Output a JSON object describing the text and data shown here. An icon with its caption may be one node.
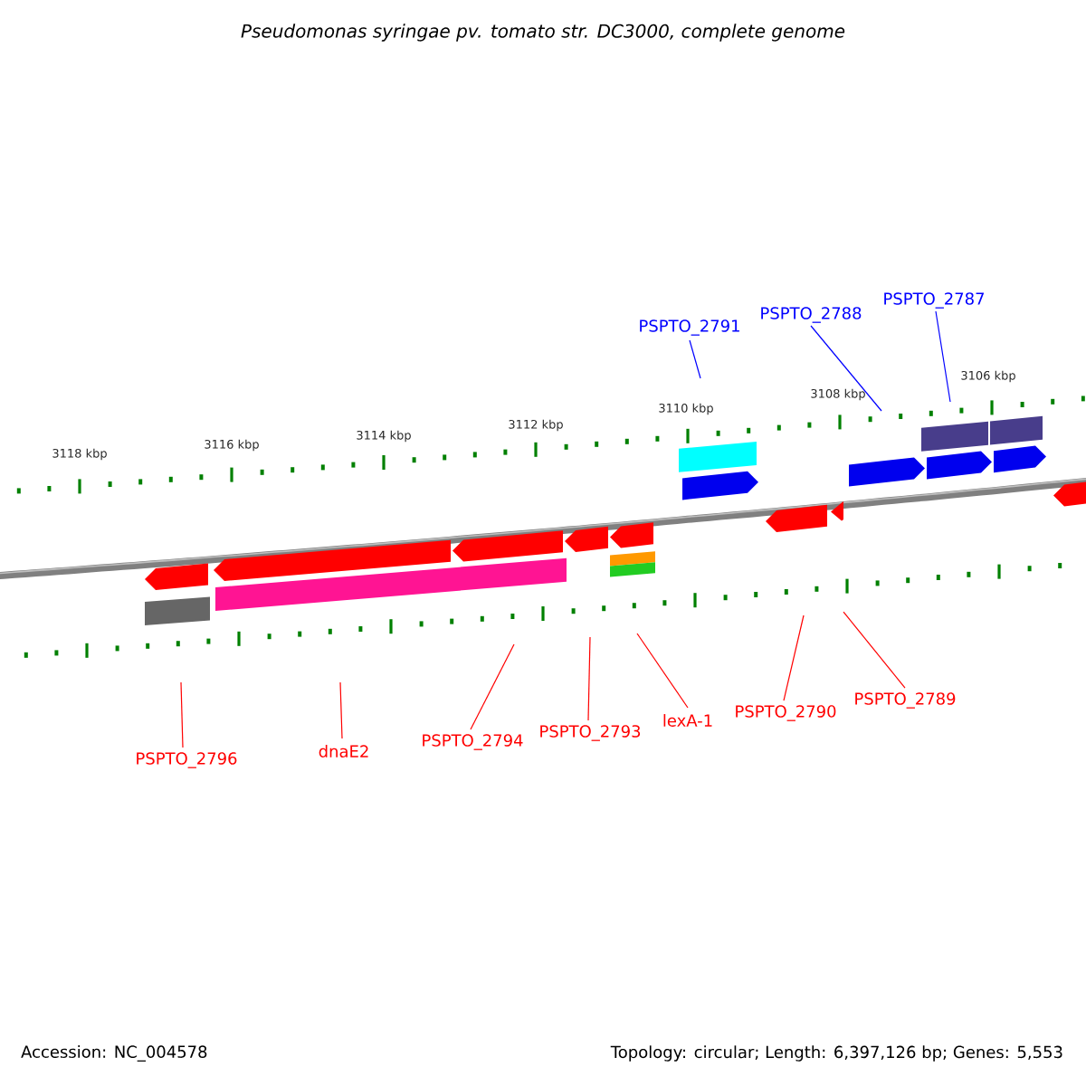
{
  "diagram": {
    "title": "Pseudomonas syringae pv. tomato str. DC3000, complete genome",
    "nodes": [
      {
        "text": [
          "PSPTO_2791"
        ]
      },
      {
        "text": [
          "PSPTO_2788"
        ]
      },
      {
        "text": [
          "PSPTO_2787"
        ]
      },
      {
        "text": [
          "PSPTO_2796"
        ]
      },
      {
        "text": [
          "dnaE2"
        ]
      },
      {
        "text": [
          "PSPTO_2794"
        ]
      },
      {
        "text": [
          "PSPTO_2793"
        ]
      },
      {
        "text": [
          "lexA-1"
        ]
      },
      {
        "text": [
          "PSPTO_2790"
        ]
      },
      {
        "text": [
          "PSPTO_2789"
        ]
      }
    ],
    "edges": [
      {
        "from": 0,
        "to": null,
        "arrow": "none",
        "color": "#0000ff"
      },
      {
        "from": 1,
        "to": null,
        "arrow": "none",
        "color": "#0000ff"
      },
      {
        "from": 2,
        "to": null,
        "arrow": "none",
        "color": "#0000ff"
      },
      {
        "from": 3,
        "to": null,
        "arrow": "none"
      },
      {
        "from": 4,
        "to": null,
        "arrow": "none"
      },
      {
        "from": 5,
        "to": null,
        "arrow": "none"
      },
      {
        "from": 6,
        "to": null,
        "arrow": "none"
      },
      {
        "from": 7,
        "to": null,
        "arrow": "none"
      },
      {
        "from": 8,
        "to": null,
        "arrow": "none"
      },
      {
        "from": 9,
        "to": null,
        "arrow": "none"
      }
    ],
    "labels": [
      "3118 kbp",
      "3116 kbp",
      "3114 kbp",
      "3112 kbp",
      "3110 kbp",
      "3108 kbp",
      "3106 kbp",
      "Accession: NC_004578",
      "Topology: circular; Length: 6,397,126 bp; Genes: 5,553"
    ]
  }
}
